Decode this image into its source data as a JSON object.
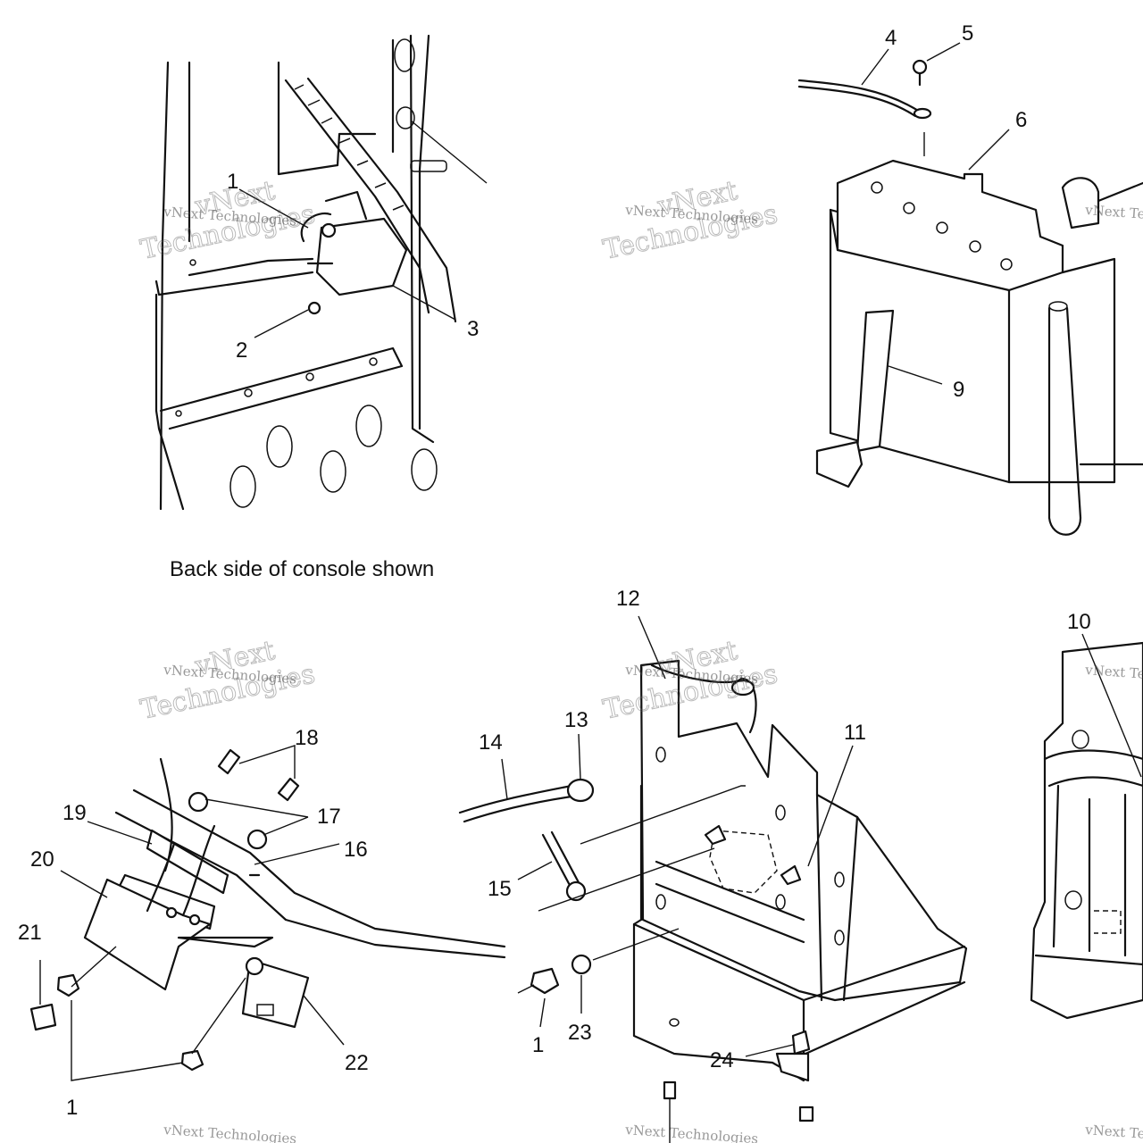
{
  "caption": "Back side of console shown",
  "callouts": {
    "c1": "1",
    "c2": "2",
    "c3": "3",
    "c4": "4",
    "c5": "5",
    "c6": "6",
    "c9": "9",
    "c10": "10",
    "c11": "11",
    "c12": "12",
    "c13": "13",
    "c14": "14",
    "c15": "15",
    "c16": "16",
    "c17": "17",
    "c18": "18",
    "c19": "19",
    "c20": "20",
    "c21": "21",
    "c22": "22",
    "c23": "23",
    "c24": "24"
  },
  "watermark": {
    "line1": "vNext Technologies",
    "line2": "vNext",
    "line3": "Technologies"
  }
}
